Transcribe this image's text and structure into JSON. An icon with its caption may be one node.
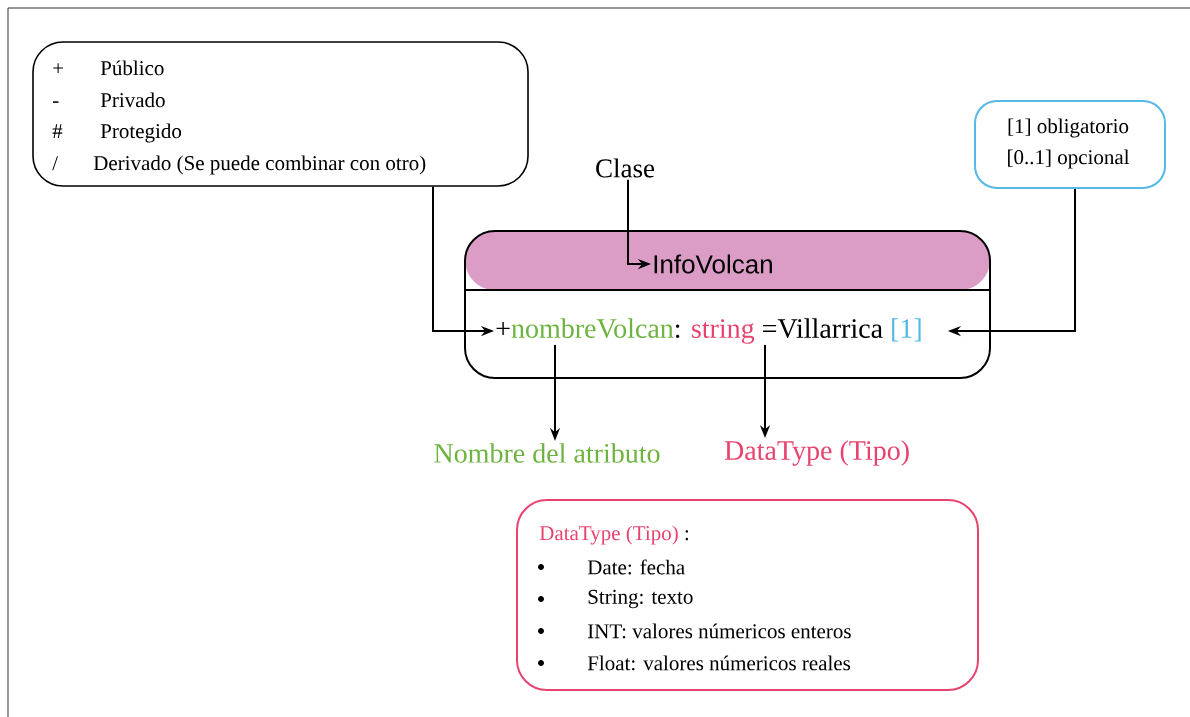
{
  "diagram": {
    "nodes": [
      {
        "text": [
          "+",
          "Público",
          "-",
          "Privado",
          "#",
          "Protegido",
          "/",
          "Derivado (Se puede combinar con otro)"
        ]
      },
      {
        "text": [
          "[1] obligatorio",
          "[0..1] opcional"
        ]
      },
      {
        "text": [
          "Clase"
        ]
      },
      {
        "text": [
          "InfoVolcan"
        ]
      },
      {
        "text": [
          "+",
          "nombreVolcan",
          ":",
          "string",
          "=Villarrica",
          "[1]"
        ],
        "in": 3
      },
      {
        "text": [
          "Nombre del atributo"
        ]
      },
      {
        "text": [
          "DataType (Tipo)"
        ]
      },
      {
        "text": [
          "DataType (Tipo)",
          ":",
          "Date: fecha",
          "String: texto",
          "INT: valores númericos enteros",
          "Float: valores númericos reales"
        ]
      }
    ],
    "edges": [
      {
        "from": 0,
        "to": 4,
        "arrow": "to"
      },
      {
        "from": 1,
        "to": 4,
        "arrow": "to"
      },
      {
        "from": 2,
        "to": 3,
        "arrow": "to"
      },
      {
        "from": 4,
        "to": 5,
        "arrow": "to"
      },
      {
        "from": 4,
        "to": 6,
        "arrow": "to"
      }
    ]
  }
}
